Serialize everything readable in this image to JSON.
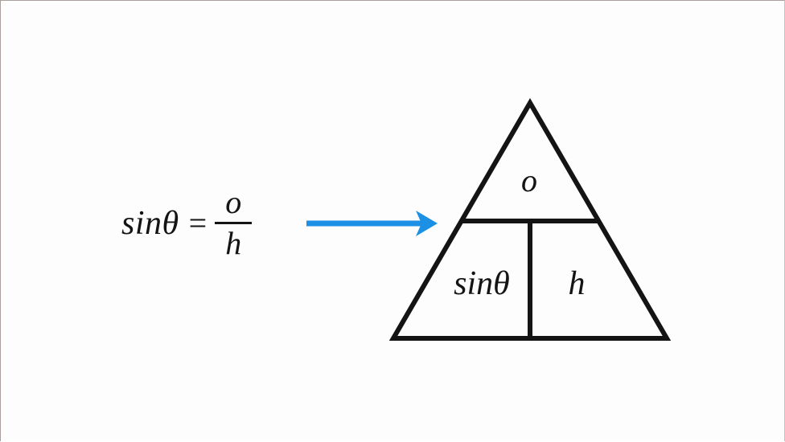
{
  "page": {
    "background_color": "#fdfdfd",
    "border_color": "#a8a09c",
    "stroke_color": "#141414",
    "arrow_color": "#1b90e4"
  },
  "formula": {
    "left_side": "sinθ",
    "equals": "=",
    "numerator": "o",
    "denominator": "h"
  },
  "arrow": {
    "label": "points-right",
    "color": "#1b90e4"
  },
  "triangle": {
    "top_cell_label": "o",
    "bottom_left_cell_label": "sinθ",
    "bottom_right_cell_label": "h",
    "stroke_color": "#141414"
  }
}
